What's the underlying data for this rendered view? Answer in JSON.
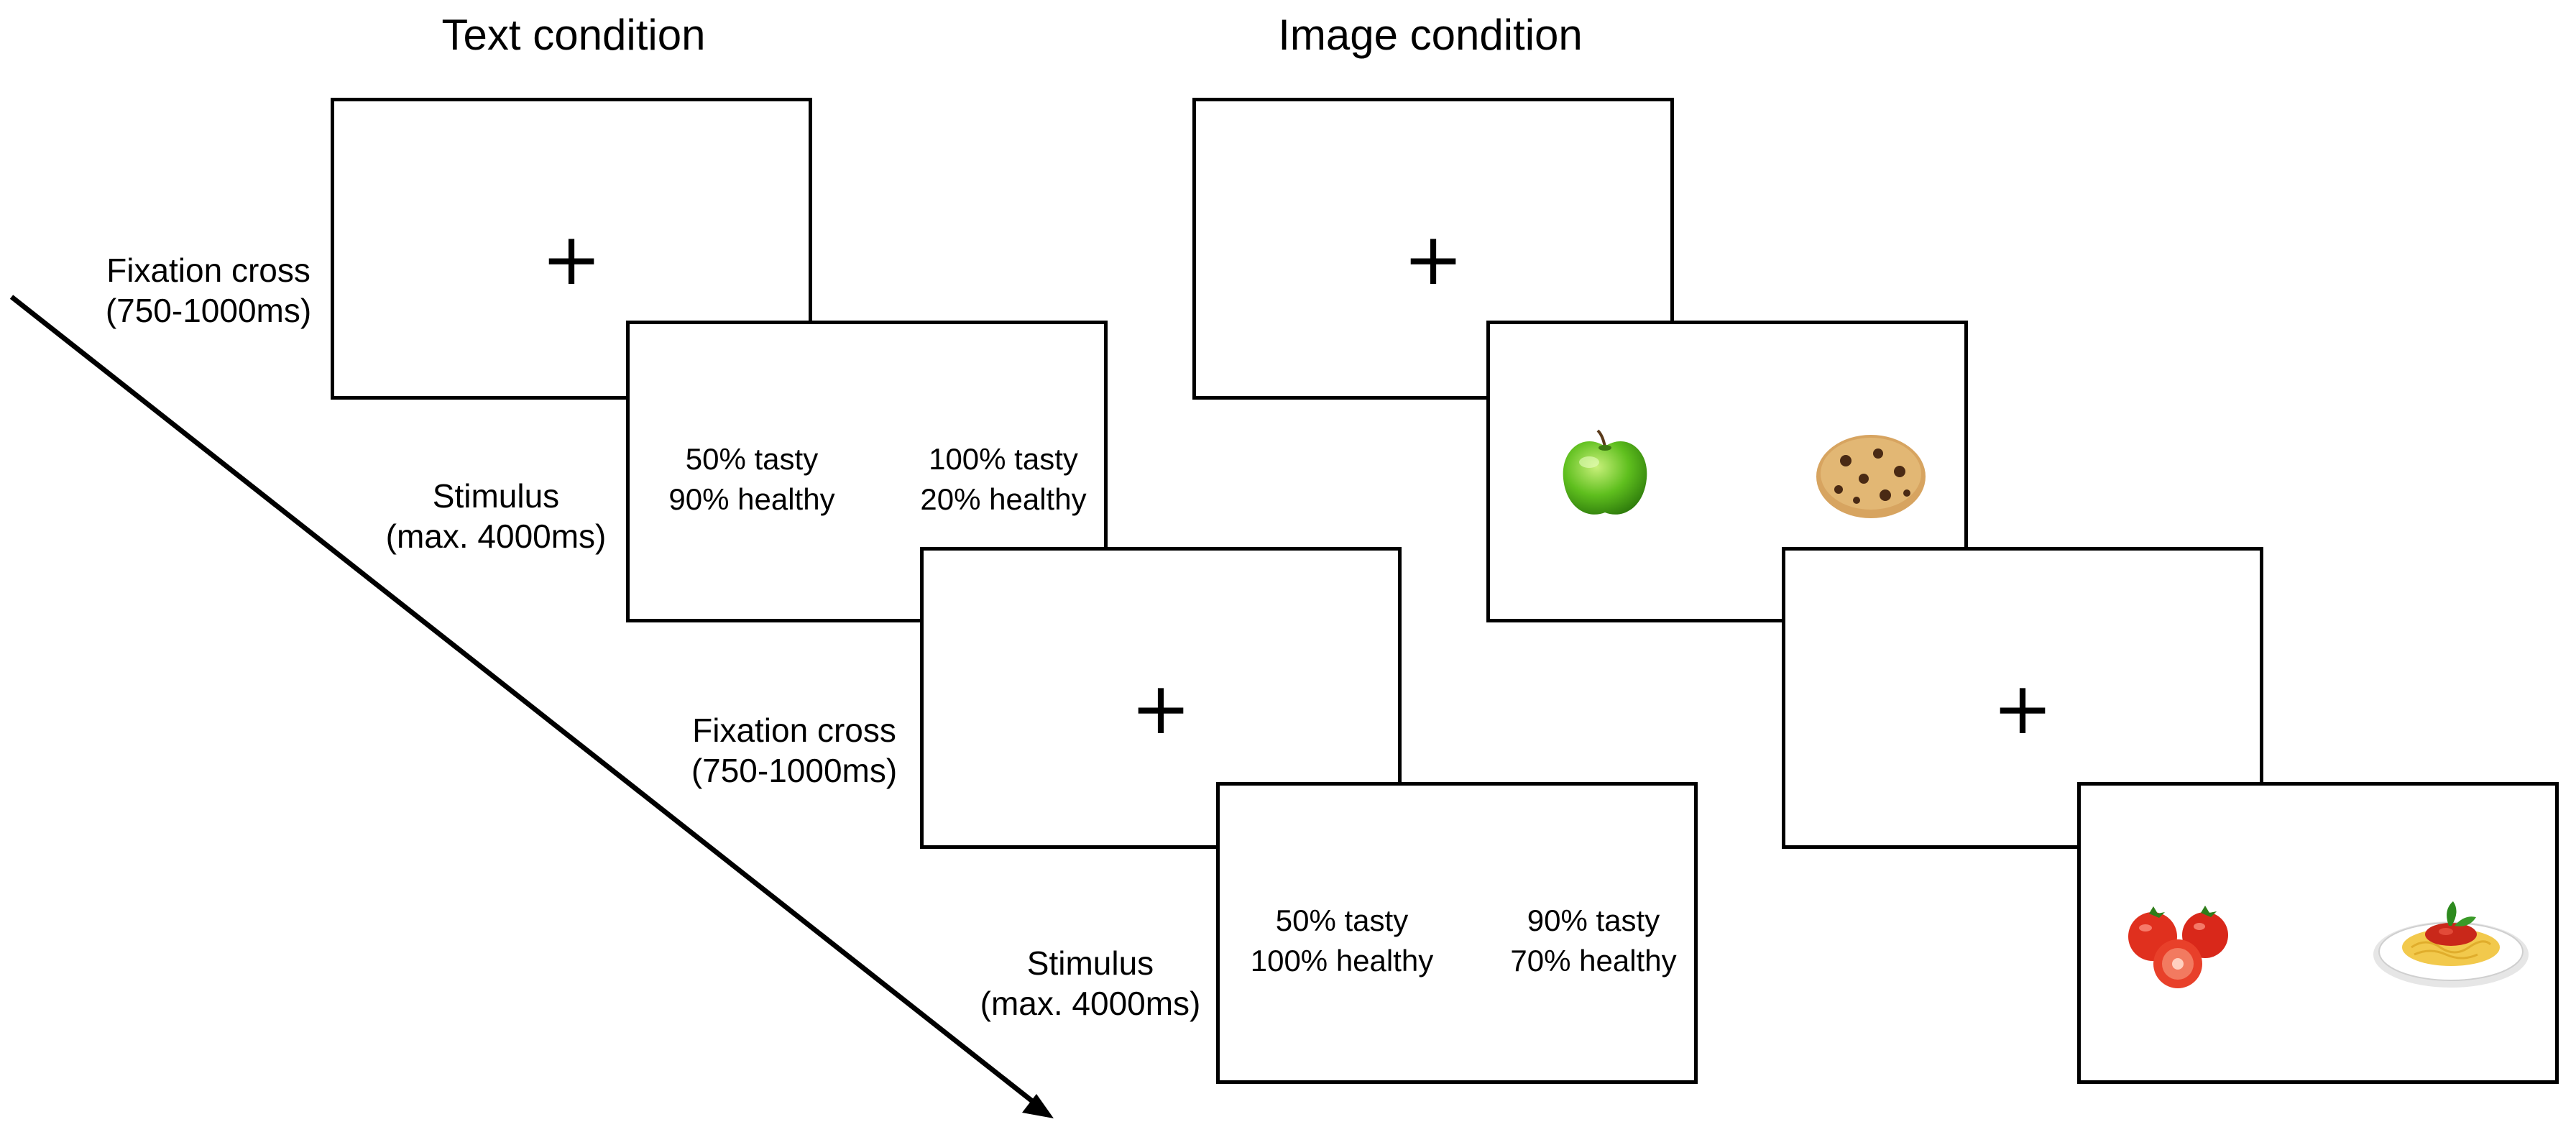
{
  "titles": {
    "text_condition": "Text condition",
    "image_condition": "Image condition"
  },
  "fixation": {
    "symbol": "+",
    "label": "Fixation cross",
    "duration": "(750-1000ms)"
  },
  "stimulus": {
    "label": "Stimulus",
    "duration": "(max. 4000ms)"
  },
  "text_trials": [
    {
      "left": {
        "tasty": "50% tasty",
        "healthy": "90% healthy"
      },
      "right": {
        "tasty": "100% tasty",
        "healthy": "20% healthy"
      }
    },
    {
      "left": {
        "tasty": "50% tasty",
        "healthy": "100% healthy"
      },
      "right": {
        "tasty": "90% tasty",
        "healthy": "70% healthy"
      }
    }
  ],
  "image_trials": [
    {
      "left_food": "green-apple",
      "right_food": "chocolate-chip-cookie"
    },
    {
      "left_food": "tomatoes",
      "right_food": "spaghetti-plate"
    }
  ],
  "colors": {
    "line": "#000000",
    "background": "#ffffff"
  }
}
